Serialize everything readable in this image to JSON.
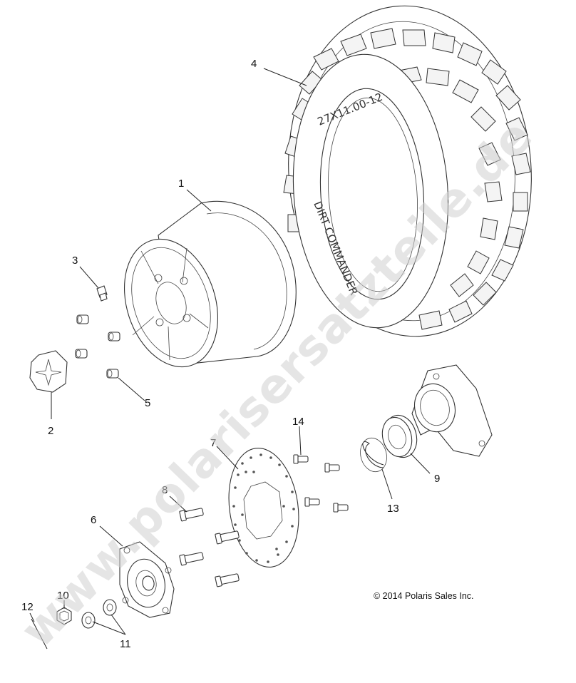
{
  "watermark": "www.polarisersatzteile.de",
  "copyright": "© 2014 Polaris Sales Inc.",
  "tire": {
    "size_text": "27X11.00-12",
    "model_text": "DIRT COMMANDER"
  },
  "callouts": [
    {
      "id": "1",
      "label": "1"
    },
    {
      "id": "2",
      "label": "2"
    },
    {
      "id": "3",
      "label": "3"
    },
    {
      "id": "4",
      "label": "4"
    },
    {
      "id": "5",
      "label": "5"
    },
    {
      "id": "6",
      "label": "6"
    },
    {
      "id": "7",
      "label": "7"
    },
    {
      "id": "8",
      "label": "8"
    },
    {
      "id": "9",
      "label": "9"
    },
    {
      "id": "10",
      "label": "10"
    },
    {
      "id": "11",
      "label": "11"
    },
    {
      "id": "12",
      "label": "12"
    },
    {
      "id": "13",
      "label": "13"
    },
    {
      "id": "14",
      "label": "14"
    }
  ]
}
